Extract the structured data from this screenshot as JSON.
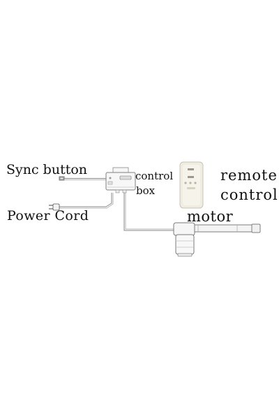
{
  "labels": {
    "sync_button": "Sync button",
    "power_cord": "Power Cord",
    "control_box_line1": "control",
    "control_box_line2": "box",
    "remote_control_line1": "remote",
    "remote_control_line2": "control",
    "motor": "motor"
  },
  "colors": {
    "line": "#7a7a7a",
    "device_body": "#f4f4f4",
    "device_outline": "#8a8a8a",
    "remote_body": "#ede9dc",
    "text": "#111111"
  }
}
